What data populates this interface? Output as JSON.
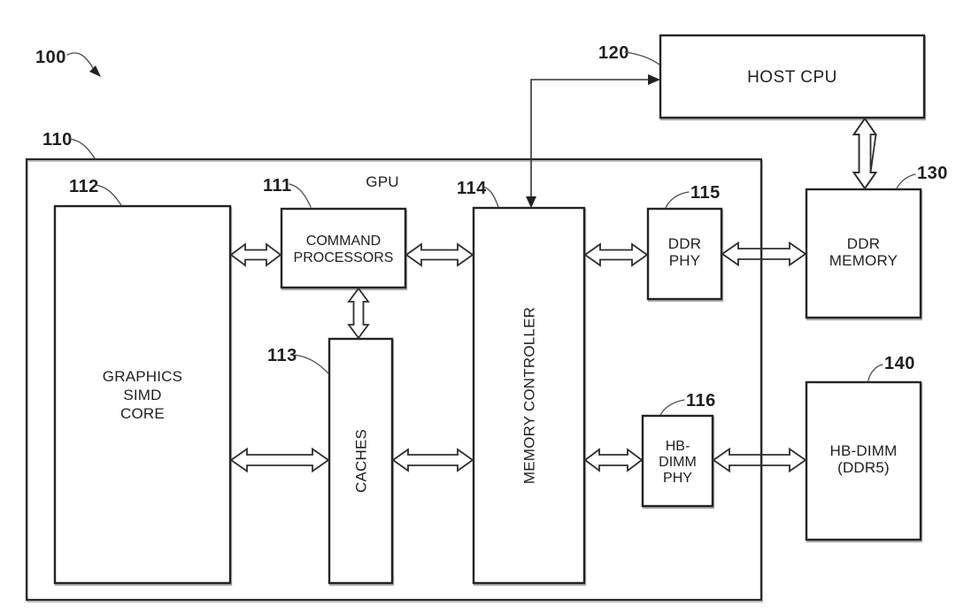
{
  "figure": {
    "background_color": "#ffffff",
    "line_color": "#2e2e2e",
    "text_color": "#1f1f1f",
    "system_ref": "100",
    "blocks": {
      "gpu": {
        "ref": "110",
        "label": "GPU"
      },
      "host_cpu": {
        "ref": "120",
        "label": "HOST CPU"
      },
      "graphics_simd_core": {
        "ref": "112",
        "line1": "GRAPHICS",
        "line2": "SIMD",
        "line3": "CORE"
      },
      "command_processors": {
        "ref": "111",
        "line1": "COMMAND",
        "line2": "PROCESSORS"
      },
      "caches": {
        "ref": "113",
        "label": "CACHES"
      },
      "memory_controller": {
        "ref": "114",
        "label": "MEMORY CONTROLLER"
      },
      "ddr_phy": {
        "ref": "115",
        "line1": "DDR",
        "line2": "PHY"
      },
      "hb_dimm_phy": {
        "ref": "116",
        "line1": "HB-",
        "line2": "DIMM",
        "line3": "PHY"
      },
      "ddr_memory": {
        "ref": "130",
        "line1": "DDR",
        "line2": "MEMORY"
      },
      "hb_dimm": {
        "ref": "140",
        "line1": "HB-DIMM",
        "line2": "(DDR5)"
      }
    }
  }
}
